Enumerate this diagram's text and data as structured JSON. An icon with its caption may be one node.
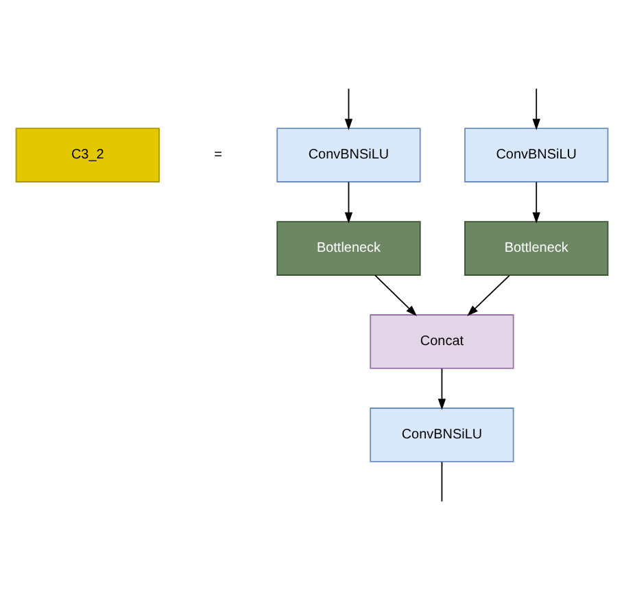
{
  "diagram": {
    "nodes": [
      {
        "text": [
          "C3_2"
        ]
      },
      {
        "text": [
          "ConvBNSiLU"
        ]
      },
      {
        "text": [
          "ConvBNSiLU"
        ]
      },
      {
        "text": [
          "Bottleneck"
        ]
      },
      {
        "text": [
          "Bottleneck"
        ]
      },
      {
        "text": [
          "Concat"
        ]
      },
      {
        "text": [
          "ConvBNSiLU"
        ]
      }
    ],
    "edges": [
      {
        "from": null,
        "to": 1,
        "arrow": "to"
      },
      {
        "from": null,
        "to": 2,
        "arrow": "to"
      },
      {
        "from": 1,
        "to": 3,
        "arrow": "to"
      },
      {
        "from": 2,
        "to": 4,
        "arrow": "to"
      },
      {
        "from": 3,
        "to": 5,
        "arrow": "to"
      },
      {
        "from": 4,
        "to": 5,
        "arrow": "to"
      },
      {
        "from": 5,
        "to": 6,
        "arrow": "to"
      },
      {
        "from": 6,
        "to": null,
        "arrow": "none"
      }
    ],
    "labels": [
      "="
    ]
  }
}
